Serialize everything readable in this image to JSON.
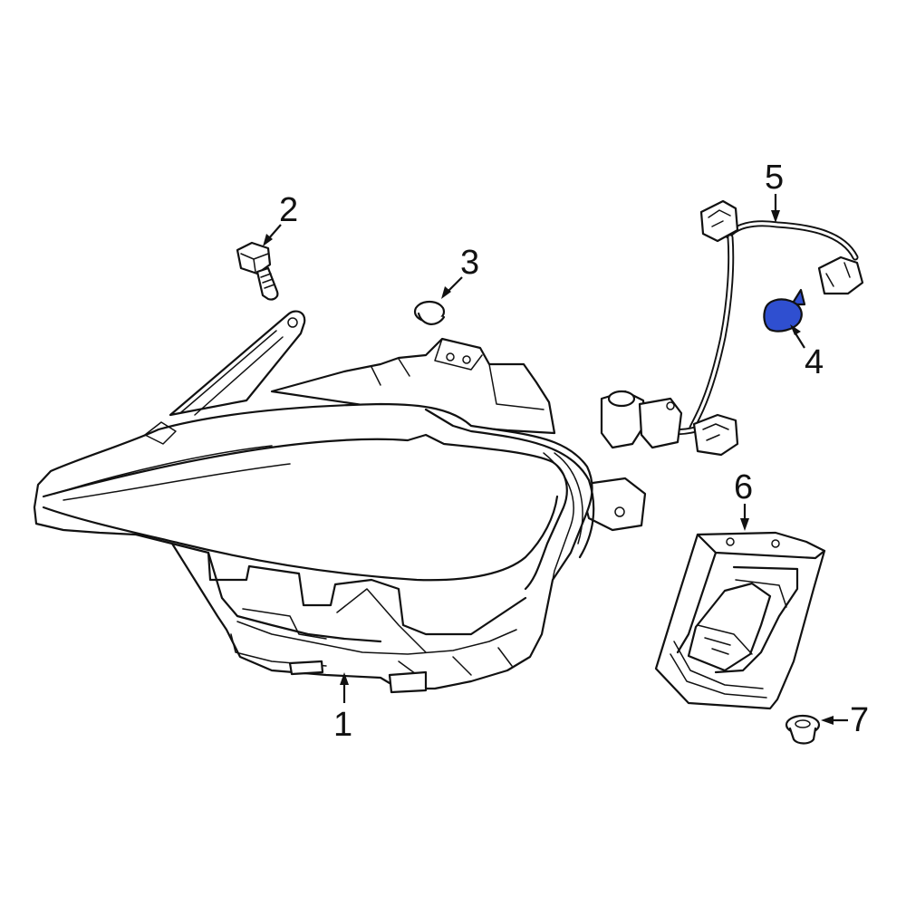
{
  "diagram": {
    "highlight_color": "#2f4fd0",
    "highlighted_part": "4",
    "callouts": [
      {
        "id": "c1",
        "number": "1"
      },
      {
        "id": "c2",
        "number": "2"
      },
      {
        "id": "c3",
        "number": "3"
      },
      {
        "id": "c4",
        "number": "4"
      },
      {
        "id": "c5",
        "number": "5"
      },
      {
        "id": "c6",
        "number": "6"
      },
      {
        "id": "c7",
        "number": "7"
      }
    ]
  }
}
